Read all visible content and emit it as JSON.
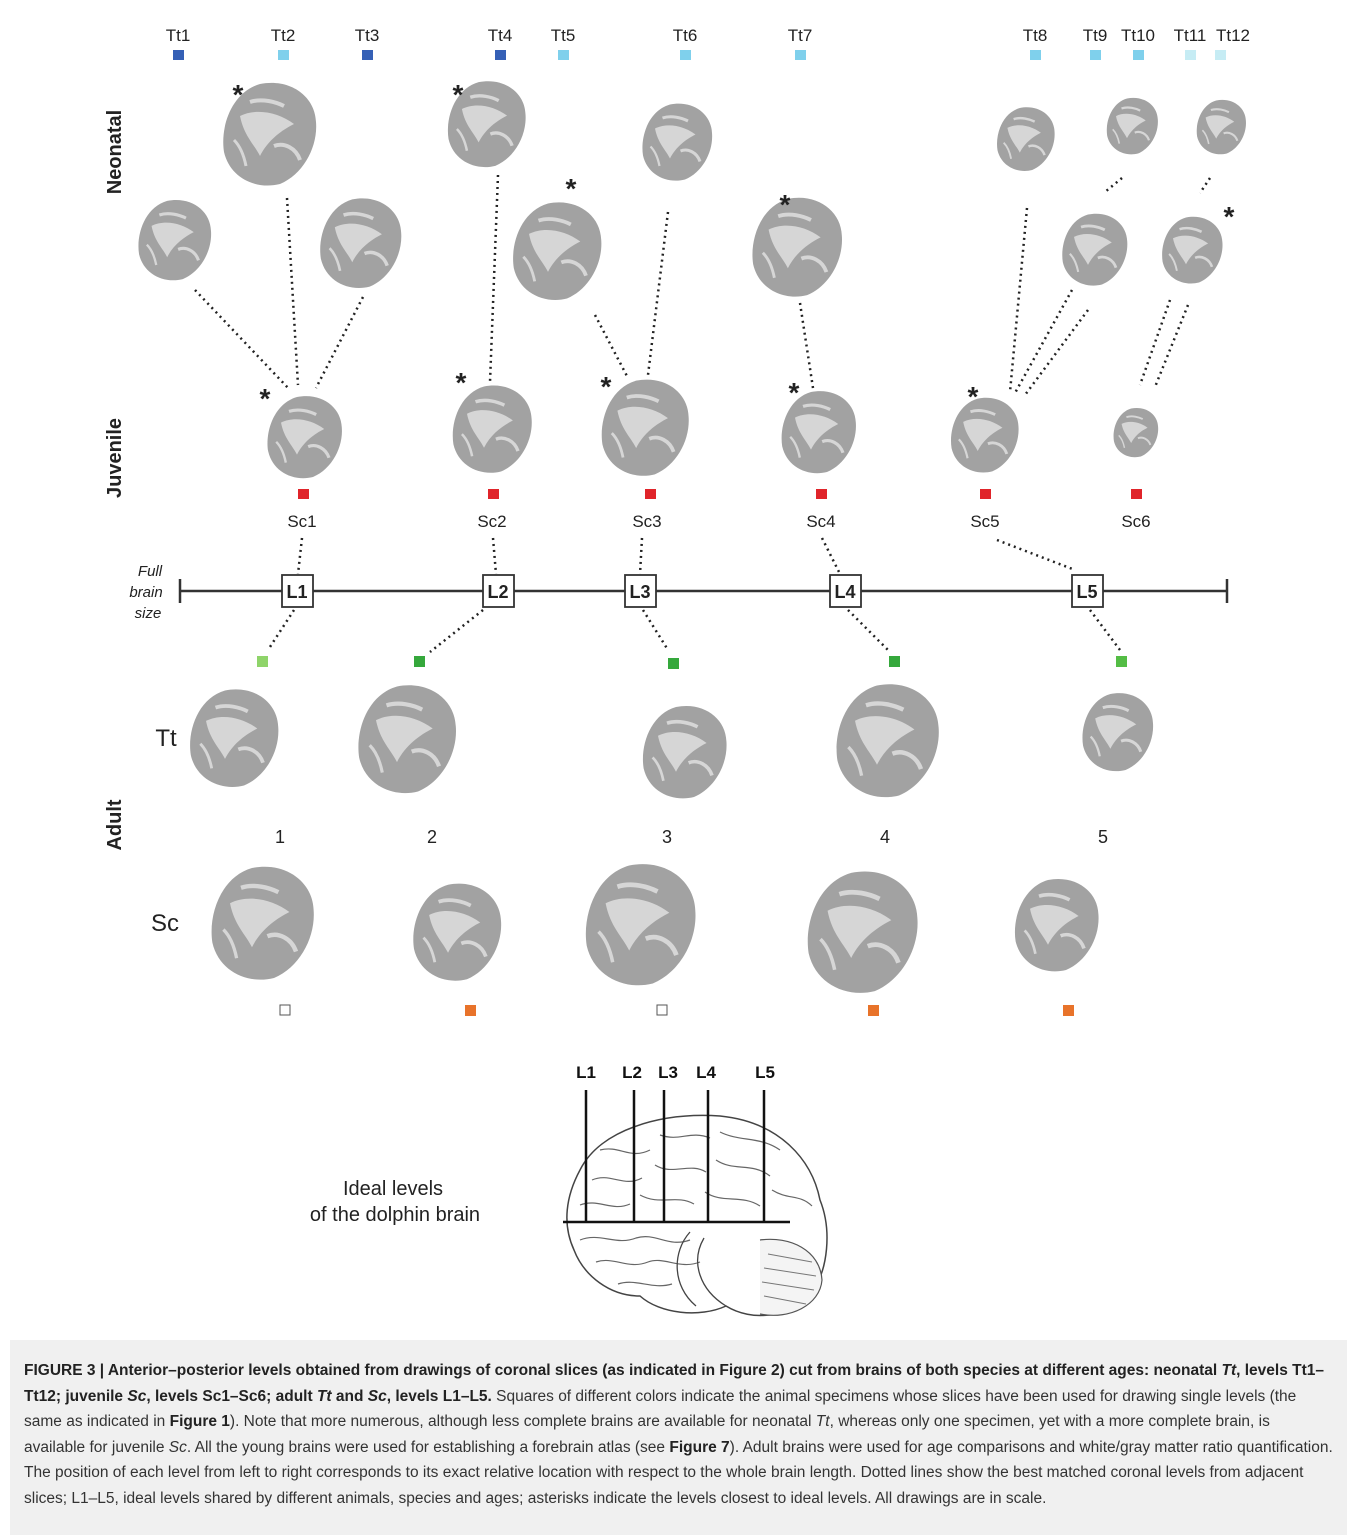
{
  "neonatal": {
    "label": "Neonatal",
    "levels": [
      {
        "label": "Tt1",
        "color": "#3560b6"
      },
      {
        "label": "Tt2",
        "color": "#7fd0ec"
      },
      {
        "label": "Tt3",
        "color": "#3560b6"
      },
      {
        "label": "Tt4",
        "color": "#3560b6"
      },
      {
        "label": "Tt5",
        "color": "#7fd0ec"
      },
      {
        "label": "Tt6",
        "color": "#7fd0ec"
      },
      {
        "label": "Tt7",
        "color": "#7fd0ec"
      },
      {
        "label": "Tt8",
        "color": "#7fd0ec"
      },
      {
        "label": "Tt9",
        "color": "#7fd0ec"
      },
      {
        "label": "Tt10",
        "color": "#7fd0ec"
      },
      {
        "label": "Tt11",
        "color": "#c6ecf4"
      },
      {
        "label": "Tt12",
        "color": "#c6ecf4"
      }
    ]
  },
  "juvenile": {
    "label": "Juvenile",
    "levels": [
      {
        "label": "Sc1",
        "color": "#e0242a"
      },
      {
        "label": "Sc2",
        "color": "#e0242a"
      },
      {
        "label": "Sc3",
        "color": "#e0242a"
      },
      {
        "label": "Sc4",
        "color": "#e0242a"
      },
      {
        "label": "Sc5",
        "color": "#e0242a"
      },
      {
        "label": "Sc6",
        "color": "#e0242a"
      }
    ]
  },
  "axis": {
    "label_lines": [
      "Full",
      "brain",
      "size"
    ],
    "levels": [
      "L1",
      "L2",
      "L3",
      "L4",
      "L5"
    ]
  },
  "adult": {
    "label": "Adult",
    "tt_label": "Tt",
    "sc_label": "Sc",
    "numbers": [
      "1",
      "2",
      "3",
      "4",
      "5"
    ],
    "tt_colors": [
      "#8fd46a",
      "#35a83c",
      "#35a83c",
      "#35a83c",
      "#54bd45"
    ],
    "sc_colors": [
      "#ffffff",
      "#e8732a",
      "#ffffff",
      "#e8732a",
      "#e8732a"
    ]
  },
  "asterisk": "*",
  "ideal": {
    "label_line1": "Ideal levels",
    "label_line2": "of the dolphin brain",
    "levels": [
      "L1",
      "L2",
      "L3",
      "L4",
      "L5"
    ]
  },
  "caption": {
    "lead_1": "FIGURE 3 | Anterior–posterior levels obtained from drawings of coronal slices (as indicated in Figure 2) cut from brains of both species at different ages: neonatal ",
    "lead_tt": "Tt",
    "lead_2": ", levels Tt1–Tt12; juvenile ",
    "lead_sc": "Sc",
    "lead_3": ", levels Sc1–Sc6; adult ",
    "lead_tt2": "Tt",
    "lead_4": " and ",
    "lead_sc2": "Sc",
    "lead_5": ", levels L1–L5.",
    "body_1": " Squares of different colors indicate the animal specimens whose slices have been used for drawing single levels (the same as indicated in ",
    "fig1": "Figure 1",
    "body_2": "). Note that more numerous, although less complete brains are available for neonatal ",
    "body_tt": "Tt",
    "body_3": ", whereas only one specimen, yet with a more complete brain, is available for juvenile ",
    "body_sc": "Sc",
    "body_4": ". All the young brains were used for establishing a forebrain atlas (see ",
    "fig7": "Figure 7",
    "body_5": "). Adult brains were used for age comparisons and white/gray matter ratio quantification. The position of each level from left to right corresponds to its exact relative location with respect to the whole brain length. Dotted lines show the best matched coronal levels from adjacent slices; L1–L5, ideal levels shared by different animals, species and ages; asterisks indicate the levels closest to ideal levels. All drawings are in scale."
  }
}
